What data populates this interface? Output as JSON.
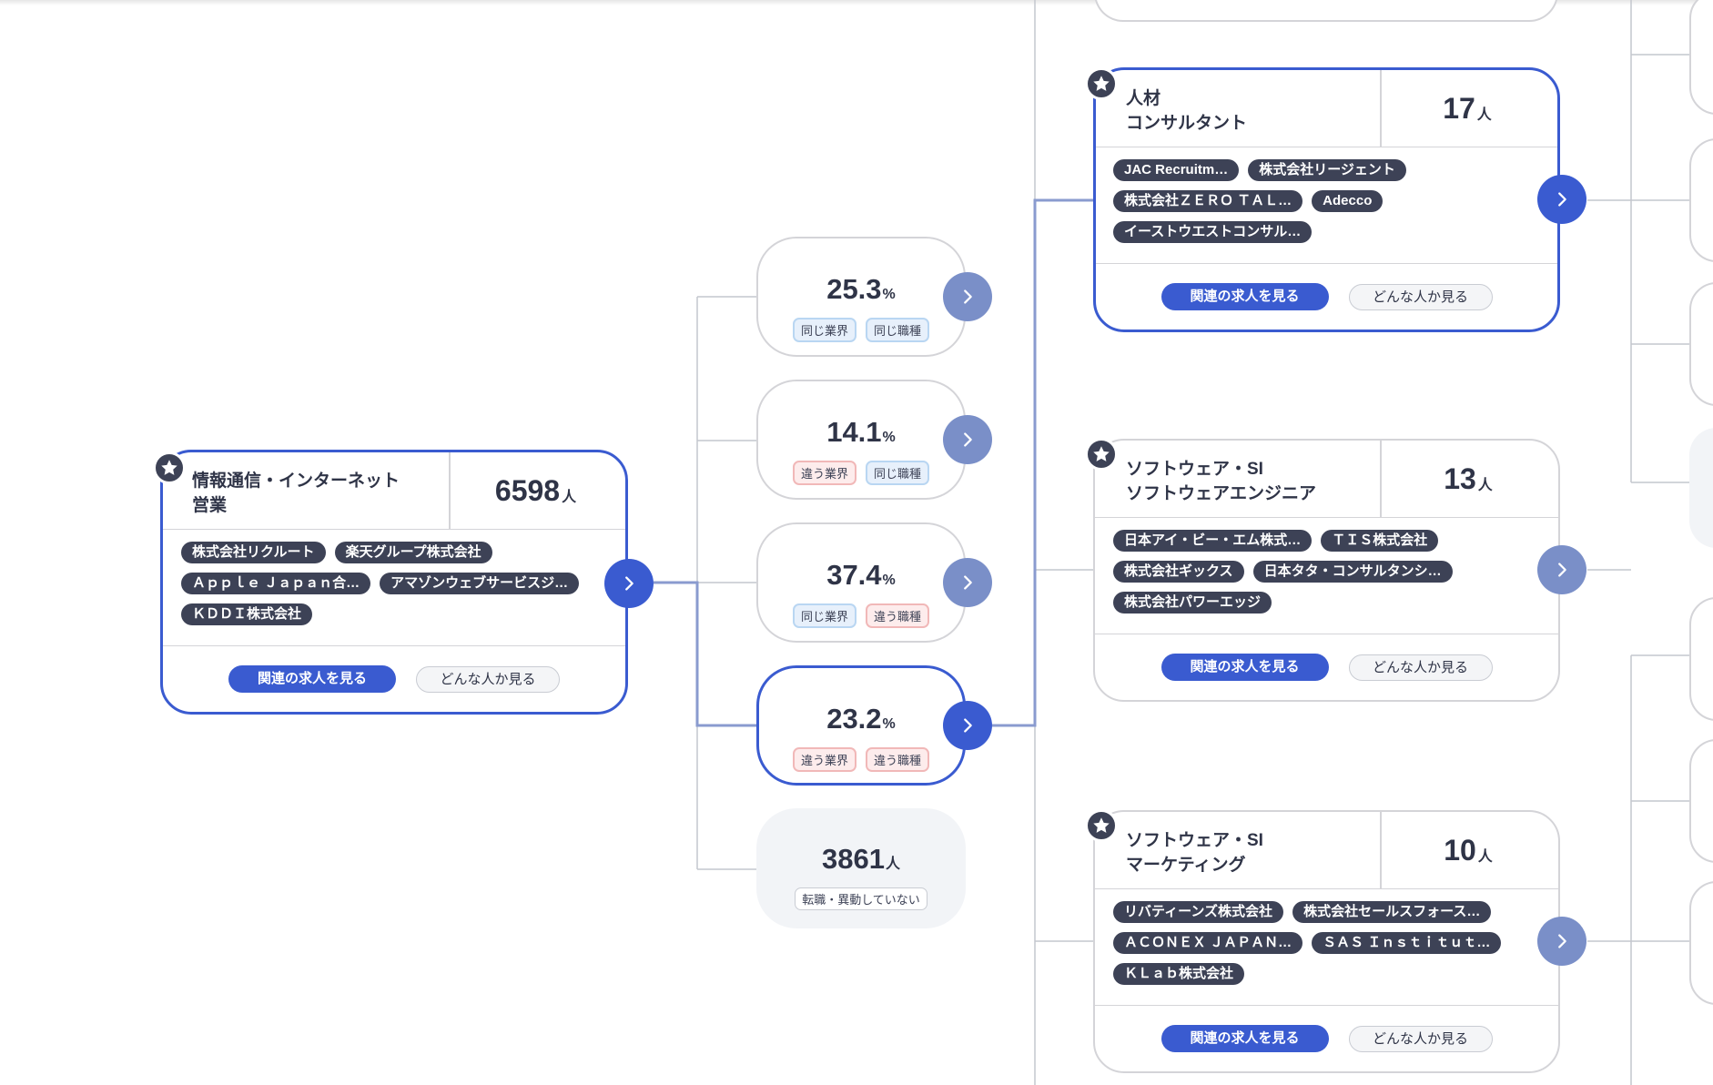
{
  "origin_card": {
    "title_lines": [
      "情報通信・インターネット",
      "営業"
    ],
    "count": "6598",
    "unit": "人",
    "tags": [
      "株式会社リクルート",
      "楽天グループ株式会社",
      "Ａｐｐｌｅ Ｊａｐａｎ合…",
      "アマゾンウェブサービスジ…",
      "ＫＤＤＩ株式会社"
    ],
    "primary_button": "関連の求人を見る",
    "secondary_button": "どんな人か見る"
  },
  "transitions": [
    {
      "value": "25.3",
      "unit": "%",
      "chips": [
        {
          "label": "同じ業界",
          "kind": "same"
        },
        {
          "label": "同じ職種",
          "kind": "same"
        }
      ]
    },
    {
      "value": "14.1",
      "unit": "%",
      "chips": [
        {
          "label": "違う業界",
          "kind": "diff"
        },
        {
          "label": "同じ職種",
          "kind": "same"
        }
      ]
    },
    {
      "value": "37.4",
      "unit": "%",
      "chips": [
        {
          "label": "同じ業界",
          "kind": "same"
        },
        {
          "label": "違う職種",
          "kind": "diff"
        }
      ]
    },
    {
      "value": "23.2",
      "unit": "%",
      "chips": [
        {
          "label": "違う業界",
          "kind": "diff"
        },
        {
          "label": "違う職種",
          "kind": "diff"
        }
      ]
    }
  ],
  "no_change": {
    "value": "3861",
    "unit": "人",
    "label": "転職・異動していない"
  },
  "destination_cards": [
    {
      "title_lines": [
        "人材",
        "コンサルタント"
      ],
      "count": "17",
      "unit": "人",
      "tags": [
        "JAC Recruitm…",
        "株式会社リージェント",
        "株式会社ＺＥＲＯ ＴＡＬ…",
        "Adecco",
        "イーストウエストコンサル…"
      ],
      "primary_button": "関連の求人を見る",
      "secondary_button": "どんな人か見る"
    },
    {
      "title_lines": [
        "ソフトウェア・SI",
        "ソフトウェアエンジニア"
      ],
      "count": "13",
      "unit": "人",
      "tags": [
        "日本アイ・ビー・エム株式…",
        "ＴＩＳ株式会社",
        "株式会社ギックス",
        "日本タタ・コンサルタンシ…",
        "株式会社パワーエッジ"
      ],
      "primary_button": "関連の求人を見る",
      "secondary_button": "どんな人か見る"
    },
    {
      "title_lines": [
        "ソフトウェア・SI",
        "マーケティング"
      ],
      "count": "10",
      "unit": "人",
      "tags": [
        "リバティーンズ株式会社",
        "株式会社セールスフォース…",
        "ＡＣＯＮＥＸ ＪＡＰＡＮ…",
        "ＳＡＳ Ｉｎｓｔｉｔｕｔ…",
        "ＫＬａｂ株式会社"
      ],
      "primary_button": "関連の求人を見る",
      "secondary_button": "どんな人か見る"
    }
  ],
  "colors": {
    "accent": "#3a5bd0",
    "accent_light": "#7a8fc8",
    "tag_bg": "#3d4256",
    "border": "#d4d4d8"
  }
}
